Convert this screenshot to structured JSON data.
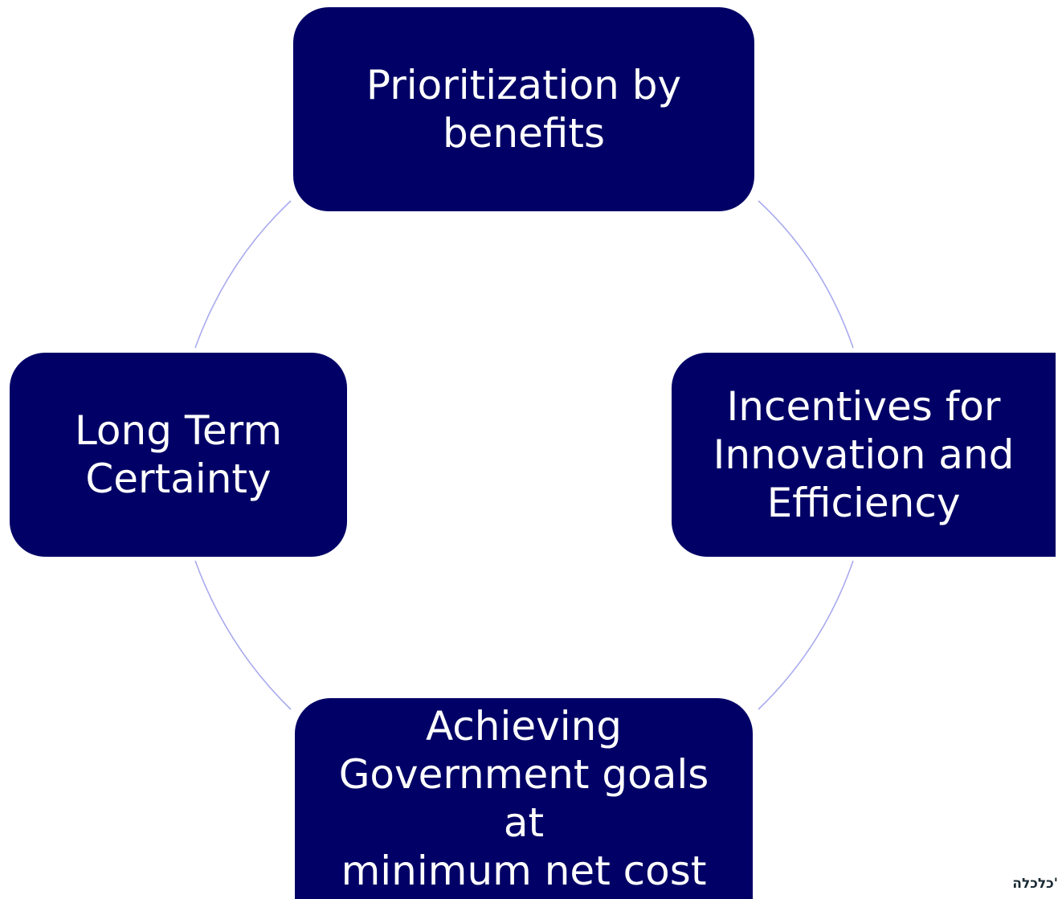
{
  "diagram": {
    "nodes": [
      {
        "id": "top",
        "lines": [
          "Prioritization by",
          "benefits"
        ]
      },
      {
        "id": "right",
        "lines": [
          "Incentives for",
          "Innovation and",
          "Efficiency"
        ]
      },
      {
        "id": "bottom",
        "lines": [
          "Achieving",
          "Government goals at",
          "minimum net cost"
        ]
      },
      {
        "id": "left",
        "lines": [
          "Long Term",
          "Certainty"
        ]
      }
    ],
    "node_text": {
      "top": "Prioritization by\nbenefits",
      "right": "Incentives for\nInnovation and\nEfficiency",
      "bottom": "Achieving\nGovernment goals at\nminimum net cost",
      "left": "Long Term\nCertainty"
    },
    "colors": {
      "node_fill": "#000066",
      "node_text": "#ffffff",
      "connector": "#a9aaee",
      "background": "#ffffff"
    }
  },
  "footer": {
    "corner_text": "'כלכלה"
  }
}
